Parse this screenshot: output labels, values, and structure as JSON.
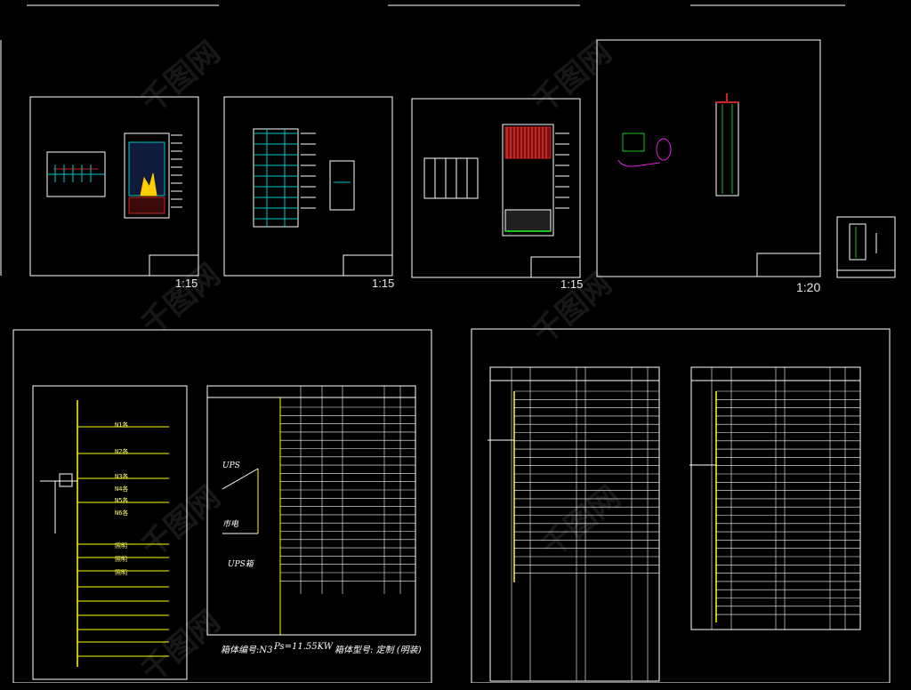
{
  "scales": [
    "1:15",
    "1:15",
    "1:15",
    "1:20"
  ],
  "panel_info": {
    "cabinet_label": "箱体编号:N3",
    "power_label": "Ps=11.55KW",
    "model_label": "箱体型号: 定制 (明装)"
  },
  "ups": {
    "top": "UPS",
    "mains": "市电",
    "bottom": "UPS箱"
  },
  "feeders": [
    "N1各",
    "N2各",
    "N3各",
    "N4各",
    "N5各",
    "N6各",
    "照明",
    "照明",
    "照明"
  ],
  "watermark": "千图网",
  "colors": {
    "line": "#ffffff",
    "accent": "#ffff00",
    "cyan": "#00c8c8",
    "red": "#cc2222",
    "magenta": "#e020e0",
    "green": "#20c020"
  }
}
